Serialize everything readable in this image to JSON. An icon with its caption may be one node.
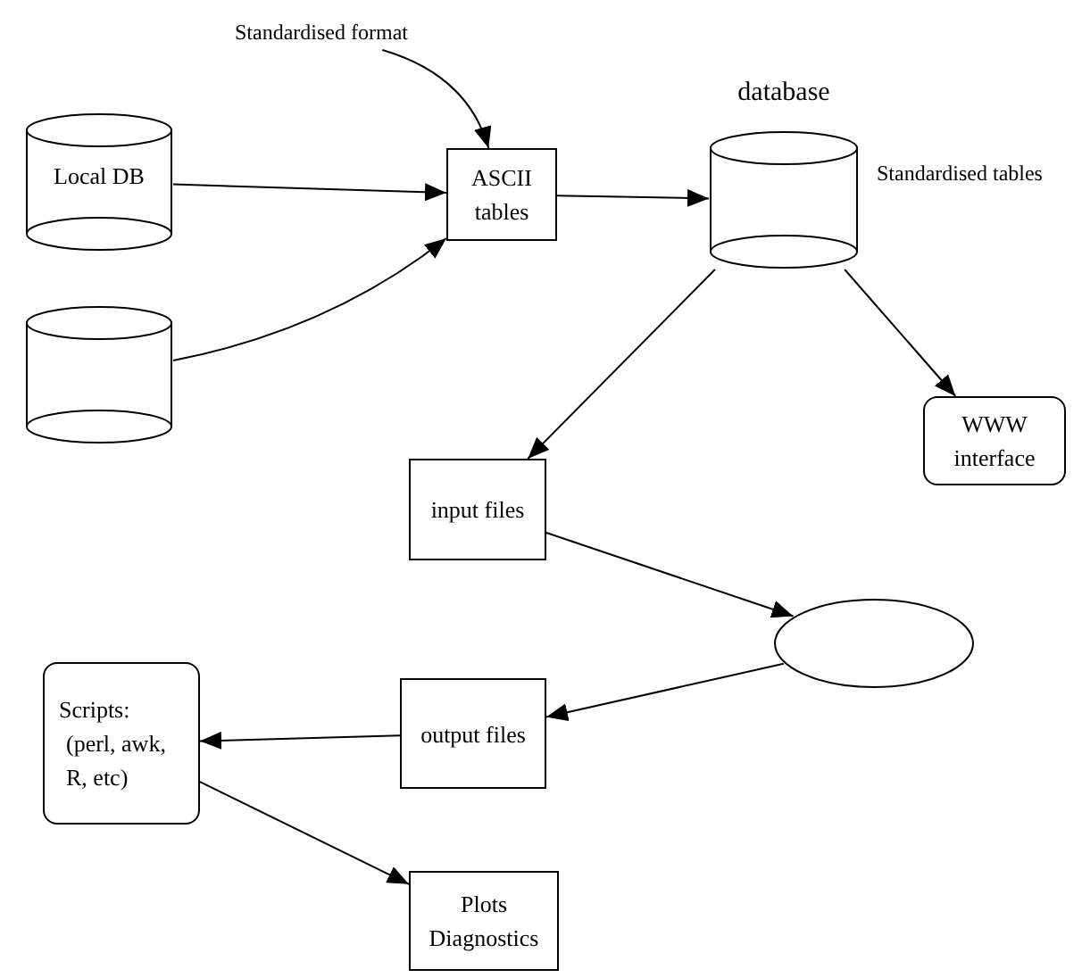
{
  "diagram": {
    "nodes": [
      {
        "text": [
          "Local DB"
        ]
      },
      {
        "text": [],
        "shape": "cylinder"
      },
      {
        "text": [
          "Standardised format"
        ]
      },
      {
        "text": [
          "ASCII tables"
        ]
      },
      {
        "text": [
          "database"
        ],
        "beside": [
          "Standardised tables"
        ]
      },
      {
        "text": [
          "WWW interface"
        ]
      },
      {
        "text": [
          "input files"
        ]
      },
      {
        "text": [],
        "shape": "ellipse"
      },
      {
        "text": [
          "output files"
        ]
      },
      {
        "text": [
          "Scripts:",
          "(perl, awk, R, etc)"
        ]
      },
      {
        "text": [
          "Plots Diagnostics"
        ]
      }
    ],
    "edges": [
      {
        "from": 0,
        "to": 3,
        "arrow": "to"
      },
      {
        "from": 1,
        "to": 3,
        "arrow": "to"
      },
      {
        "from": 2,
        "to": 3,
        "arrow": "to"
      },
      {
        "from": 3,
        "to": 4,
        "arrow": "to"
      },
      {
        "from": 4,
        "to": 6,
        "arrow": "to"
      },
      {
        "from": 4,
        "to": 5,
        "arrow": "to"
      },
      {
        "from": 6,
        "to": 7,
        "arrow": "to"
      },
      {
        "from": 7,
        "to": 8,
        "arrow": "to"
      },
      {
        "from": 8,
        "to": 9,
        "arrow": "to"
      },
      {
        "from": 9,
        "to": 10,
        "arrow": "to"
      }
    ]
  }
}
